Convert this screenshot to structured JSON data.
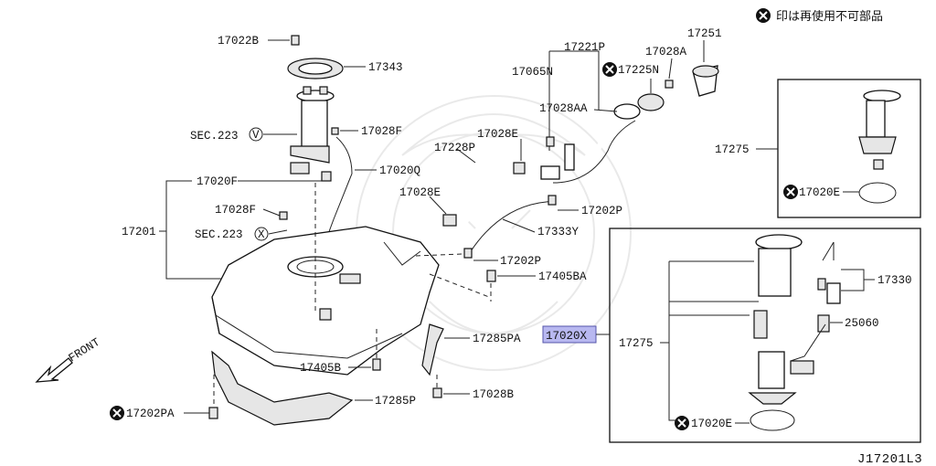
{
  "notice": {
    "text": "印は再使用不可部品"
  },
  "reference": "J17201L3",
  "front_label": "FRONT",
  "highlight": {
    "label": "17020X",
    "color": "#b8b8f0"
  },
  "labels": {
    "p17022B": "17022B",
    "p17343": "17343",
    "sec223v": "SEC.223",
    "sec223v_mark": "V",
    "p17028F_a": "17028F",
    "p17020Q": "17020Q",
    "p17020F": "17020F",
    "p17028F_b": "17028F",
    "p17201": "17201",
    "sec223x": "SEC.223",
    "sec223x_mark": "X",
    "p17221P": "17221P",
    "p17028A": "17028A",
    "p17251": "17251",
    "p17065N": "17065N",
    "p17225N": "17225N",
    "p17028AA": "17028AA",
    "p17028E_a": "17028E",
    "p17228P": "17228P",
    "p17028E_b": "17028E",
    "p17202P_a": "17202P",
    "p17333Y": "17333Y",
    "p17202P_b": "17202P",
    "p17405BA": "17405BA",
    "p17285PA": "17285PA",
    "p17405B": "17405B",
    "p17028B": "17028B",
    "p17285P": "17285P",
    "p17202PA": "17202PA",
    "p17275_top": "17275",
    "p17020E_top": "17020E",
    "p17330": "17330",
    "p25060": "25060",
    "p17275_bot": "17275",
    "p17020E_bot": "17020E"
  }
}
